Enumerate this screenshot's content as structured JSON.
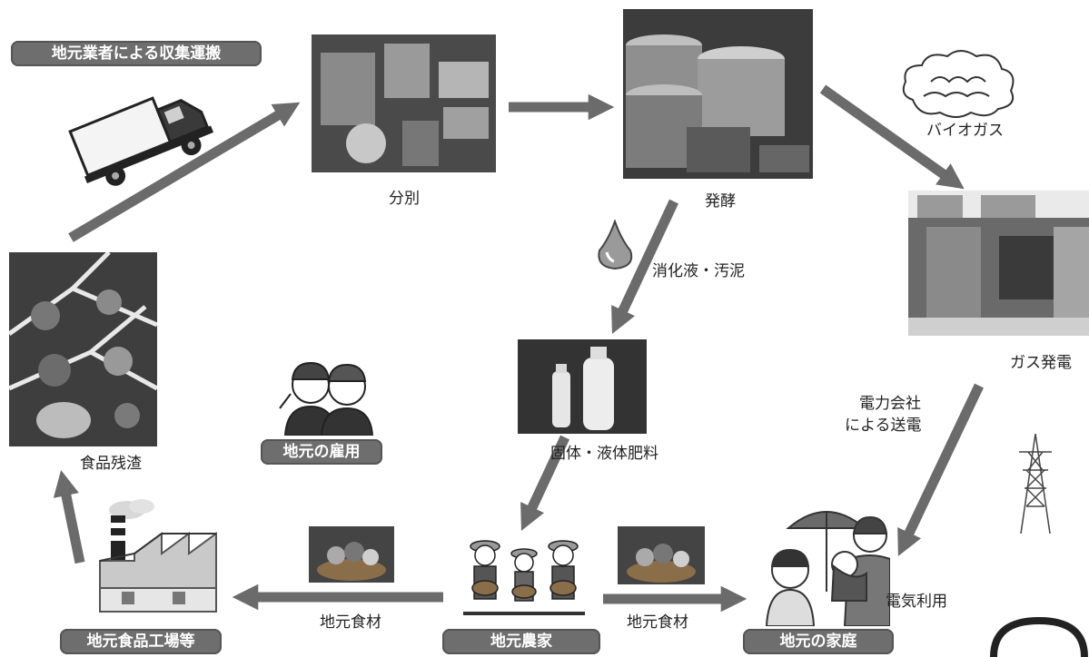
{
  "badges": {
    "collection": "地元業者による収集運搬",
    "employment": "地元の雇用",
    "factory": "地元食品工場等",
    "farmer": "地元農家",
    "household": "地元の家庭"
  },
  "labels": {
    "sorting": "分別",
    "fermentation": "発酵",
    "biogas": "バイオガス",
    "gas_power": "ガス発電",
    "digestate": "消化液・汚泥",
    "fertilizer": "固体・液体肥料",
    "food_waste": "食品残渣",
    "transmission_line1": "電力会社",
    "transmission_line2": "による送電",
    "electricity_use": "電気利用",
    "local_food_left": "地元食材",
    "local_food_right": "地元食材"
  },
  "colors": {
    "arrow": "#6b6b6b",
    "badge": "#6e6e6e"
  }
}
